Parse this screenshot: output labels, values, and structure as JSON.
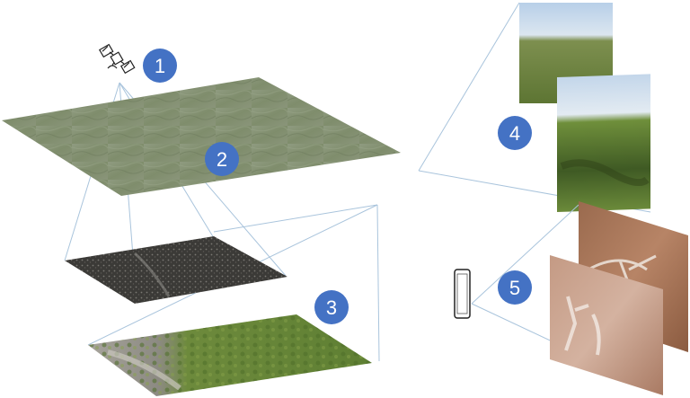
{
  "colors": {
    "badge_fill": "#4472c4",
    "badge_text": "#ffffff",
    "projection_line": "#a9c4dc",
    "terrain": "#8a9a72",
    "dark_surface": "#3e3d3a",
    "vegetation": "#6e8a3a",
    "sky": "#b9d3ee",
    "rock_art": "#b98a6c"
  },
  "icons": {
    "satellite": "satellite-icon",
    "phone": "smartphone-icon"
  },
  "badges": {
    "b1": "1",
    "b2": "2",
    "b3": "3",
    "b4": "4",
    "b5": "5"
  }
}
